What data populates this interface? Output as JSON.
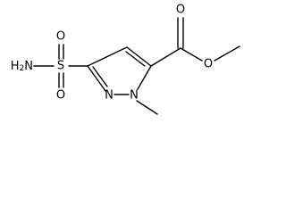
{
  "molecule": {
    "atoms": {
      "sulfonamide_n": "H2N",
      "sulfonyl_s": "S",
      "sulfonyl_o_top": "O",
      "sulfonyl_o_bottom": "O",
      "ester_o_carbonyl": "O",
      "ester_o_alkoxy": "O",
      "ring_n_pyridine": "N",
      "ring_n_methyl": "N"
    }
  }
}
